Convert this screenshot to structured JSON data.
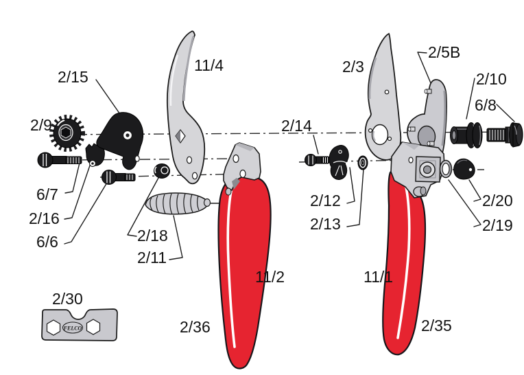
{
  "diagram": {
    "brand_logo_text": "FELCO",
    "label_values": {
      "p2_15": "2/15",
      "p2_9": "2/9",
      "p6_7": "6/7",
      "p2_16": "2/16",
      "p6_6": "6/6",
      "p2_18": "2/18",
      "p2_11": "2/11",
      "p11_4": "11/4",
      "p11_2": "11/2",
      "p2_36": "2/36",
      "p2_30": "2/30",
      "p2_14": "2/14",
      "p2_3": "2/3",
      "p2_5B": "2/5B",
      "p2_10": "2/10",
      "p6_8": "6/8",
      "p2_12": "2/12",
      "p2_13": "2/13",
      "p2_20": "2/20",
      "p2_19": "2/19",
      "p11_1": "11/1",
      "p2_35": "2/35"
    },
    "colors": {
      "handle_red": "#e62430",
      "metal_light": "#d6d6d9",
      "metal_shadow": "#a6a6ac",
      "part_black": "#1b1b1d",
      "outline": "#1a1a1a"
    }
  }
}
